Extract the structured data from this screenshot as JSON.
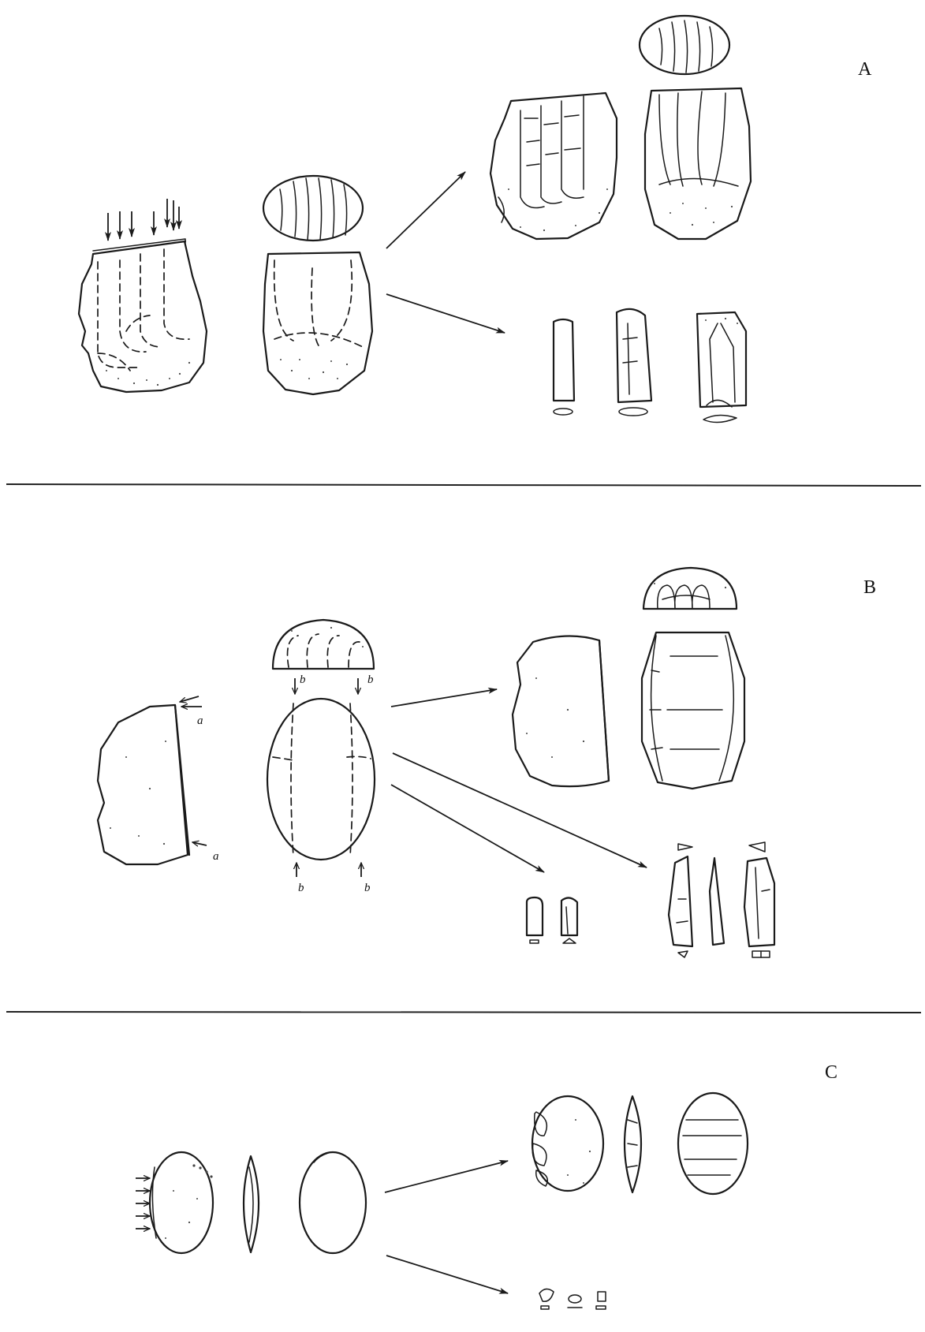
{
  "sections": [
    {
      "label": "A"
    },
    {
      "label": "B"
    },
    {
      "label": "C"
    }
  ],
  "annotations": {
    "a": "a",
    "b": "b"
  }
}
